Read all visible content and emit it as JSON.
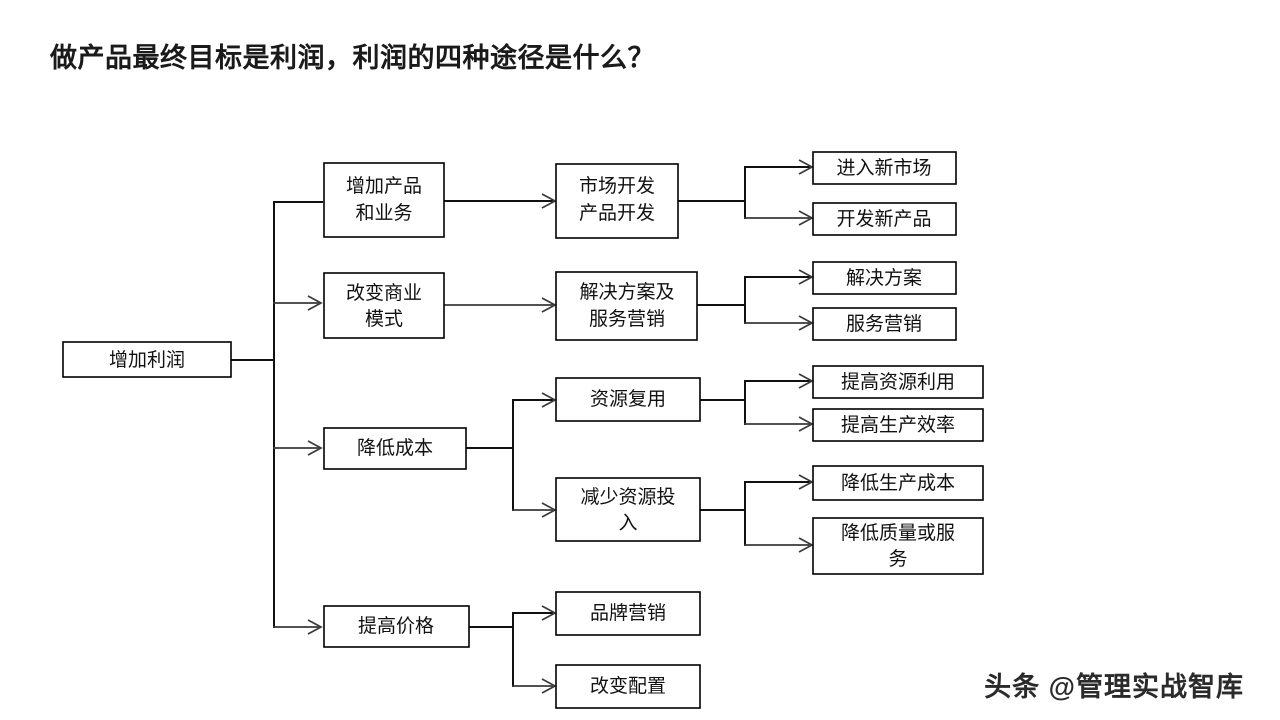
{
  "page": {
    "title": "做产品最终目标是利润，利润的四种途径是什么？",
    "watermark": "头条 @管理实战智库",
    "background_color": "#ffffff",
    "line_color": "#3a3a3a",
    "box_border_color": "#000000",
    "text_color": "#111111"
  },
  "diagram": {
    "type": "tree-flowchart",
    "orientation": "left-to-right",
    "root": {
      "label": "增加利润",
      "lines": [
        "增加利润"
      ]
    },
    "branches": [
      {
        "label": "增加产品和业务",
        "lines": [
          "增加产品",
          "和业务"
        ],
        "children": [
          {
            "label": "市场开发 产品开发",
            "lines": [
              "市场开发",
              "产品开发"
            ],
            "children": [
              {
                "label": "进入新市场",
                "lines": [
                  "进入新市场"
                ]
              },
              {
                "label": "开发新产品",
                "lines": [
                  "开发新产品"
                ]
              }
            ]
          }
        ]
      },
      {
        "label": "改变商业模式",
        "lines": [
          "改变商业",
          "模式"
        ],
        "children": [
          {
            "label": "解决方案及服务营销",
            "lines": [
              "解决方案及",
              "服务营销"
            ],
            "children": [
              {
                "label": "解决方案",
                "lines": [
                  "解决方案"
                ]
              },
              {
                "label": "服务营销",
                "lines": [
                  "服务营销"
                ]
              }
            ]
          }
        ]
      },
      {
        "label": "降低成本",
        "lines": [
          "降低成本"
        ],
        "children": [
          {
            "label": "资源复用",
            "lines": [
              "资源复用"
            ],
            "children": [
              {
                "label": "提高资源利用",
                "lines": [
                  "提高资源利用"
                ]
              },
              {
                "label": "提高生产效率",
                "lines": [
                  "提高生产效率"
                ]
              }
            ]
          },
          {
            "label": "减少资源投入",
            "lines": [
              "减少资源投",
              "入"
            ],
            "children": [
              {
                "label": "降低生产成本",
                "lines": [
                  "降低生产成本"
                ]
              },
              {
                "label": "降低质量或服务",
                "lines": [
                  "降低质量或服",
                  "务"
                ]
              }
            ]
          }
        ]
      },
      {
        "label": "提高价格",
        "lines": [
          "提高价格"
        ],
        "children": [
          {
            "label": "品牌营销",
            "lines": [
              "品牌营销"
            ]
          },
          {
            "label": "改变配置",
            "lines": [
              "改变配置"
            ]
          }
        ]
      }
    ],
    "nodes": {
      "root": {
        "l1": "增加利润"
      },
      "b1": {
        "l1": "增加产品",
        "l2": "和业务"
      },
      "b1c1": {
        "l1": "市场开发",
        "l2": "产品开发"
      },
      "b1c1a": {
        "l1": "进入新市场"
      },
      "b1c1b": {
        "l1": "开发新产品"
      },
      "b2": {
        "l1": "改变商业",
        "l2": "模式"
      },
      "b2c1": {
        "l1": "解决方案及",
        "l2": "服务营销"
      },
      "b2c1a": {
        "l1": "解决方案"
      },
      "b2c1b": {
        "l1": "服务营销"
      },
      "b3": {
        "l1": "降低成本"
      },
      "b3c1": {
        "l1": "资源复用"
      },
      "b3c1a": {
        "l1": "提高资源利用"
      },
      "b3c1b": {
        "l1": "提高生产效率"
      },
      "b3c2": {
        "l1": "减少资源投",
        "l2": "入"
      },
      "b3c2a": {
        "l1": "降低生产成本"
      },
      "b3c2b": {
        "l1": "降低质量或服",
        "l2": "务"
      },
      "b4": {
        "l1": "提高价格"
      },
      "b4c1": {
        "l1": "品牌营销"
      },
      "b4c2": {
        "l1": "改变配置"
      }
    }
  }
}
